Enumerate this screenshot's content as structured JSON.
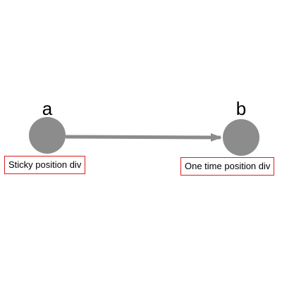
{
  "nodes": {
    "a": {
      "letter": "a",
      "label": "Sticky position div"
    },
    "b": {
      "letter": "b",
      "label": "One time position div"
    }
  },
  "edge": {
    "from": "a",
    "to": "b"
  },
  "colors": {
    "node": "#8c8c8c",
    "edge": "#8c8c8c",
    "label_border": "#e01e1e",
    "text": "#000000"
  }
}
